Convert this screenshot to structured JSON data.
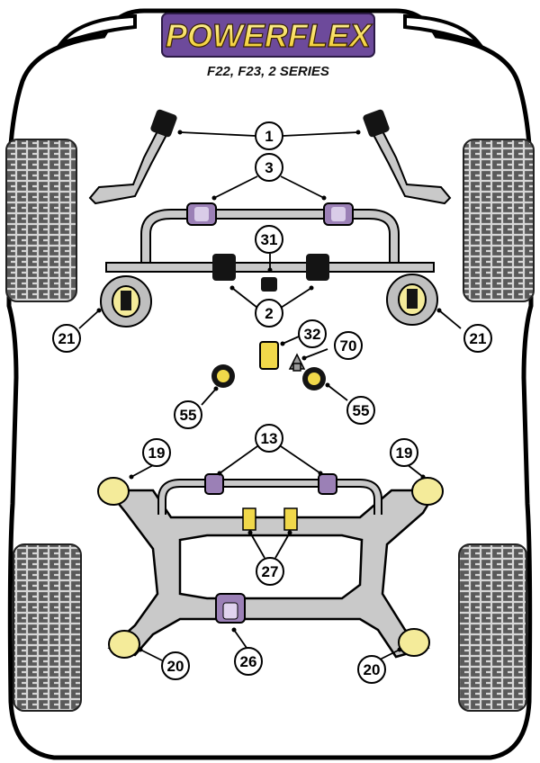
{
  "brand": {
    "name": "POWERFLEX",
    "model": "F22, F23, 2 SERIES"
  },
  "colors": {
    "outline": "#000000",
    "car_bg": "#ffffff",
    "steel": "#c9c9c9",
    "steel_dark": "#8f8f8f",
    "bush_purple": "#9b80b6",
    "bush_yellow": "#f4eb9a",
    "black_bush": "#141414",
    "logo_yellow": "#f7de3a",
    "logo_purple": "#6d4a9b"
  },
  "callouts": [
    {
      "id": "c1",
      "text": "1"
    },
    {
      "id": "c3",
      "text": "3"
    },
    {
      "id": "c31",
      "text": "31"
    },
    {
      "id": "c2",
      "text": "2"
    },
    {
      "id": "c21l",
      "text": "21"
    },
    {
      "id": "c21r",
      "text": "21"
    },
    {
      "id": "c32",
      "text": "32"
    },
    {
      "id": "c70",
      "text": "70"
    },
    {
      "id": "c55l",
      "text": "55"
    },
    {
      "id": "c55r",
      "text": "55"
    },
    {
      "id": "c13",
      "text": "13"
    },
    {
      "id": "c19l",
      "text": "19"
    },
    {
      "id": "c19r",
      "text": "19"
    },
    {
      "id": "c27",
      "text": "27"
    },
    {
      "id": "c20l",
      "text": "20"
    },
    {
      "id": "c26",
      "text": "26"
    },
    {
      "id": "c20r",
      "text": "20"
    }
  ]
}
